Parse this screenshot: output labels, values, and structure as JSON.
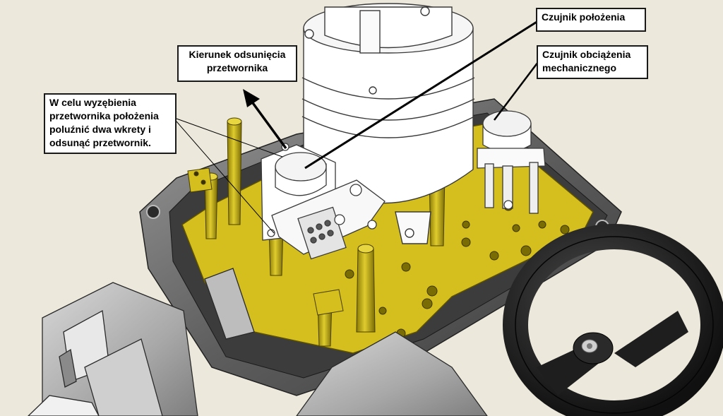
{
  "labels": {
    "position_sensor": "Czujnik położenia",
    "load_sensor_line1": "Czujnik obciążenia",
    "load_sensor_line2": "mechanicznego",
    "direction_line1": "Kierunek odsunięcia",
    "direction_line2": "przetwornika",
    "instruction_line1": "W celu wyzębienia",
    "instruction_line2": "przetwornika położenia",
    "instruction_line3": "poluźnić dwa wkrety i",
    "instruction_line4": "odsunąć przetwornik."
  },
  "colors": {
    "background": "#ece9dc",
    "board": "#d4bf1e",
    "housing": "#6a6a6a",
    "handwheel": "#1c1c1c",
    "motor": "#ffffff"
  }
}
